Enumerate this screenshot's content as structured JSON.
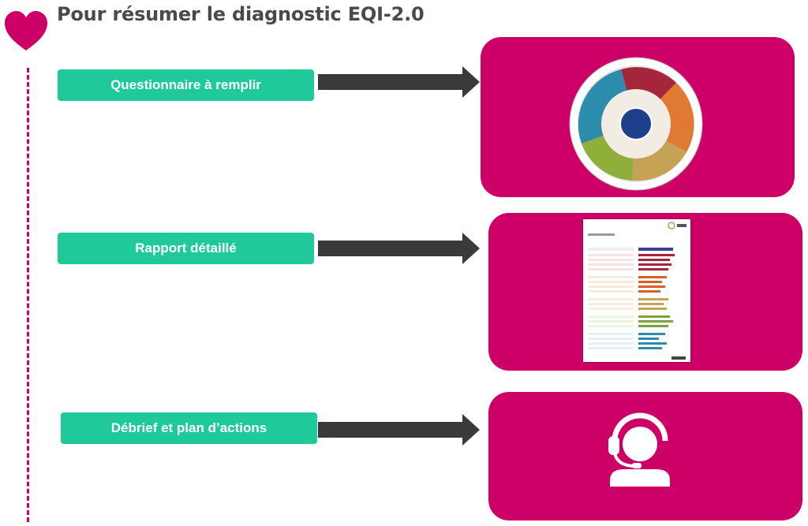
{
  "header": {
    "title": "Pour résumer le diagnostic EQI-2.0"
  },
  "steps": [
    {
      "label": "Questionnaire à remplir"
    },
    {
      "label": "Rapport détaillé"
    },
    {
      "label": "Débrief et plan d’actions"
    }
  ],
  "colors": {
    "accent_magenta": "#cc0066",
    "step_green": "#1fc99a",
    "arrow_gray": "#3a3a3a",
    "title_gray": "#4a4a4a"
  },
  "icons": [
    "heart-icon",
    "eqi-wheel-image",
    "report-thumbnail-image",
    "headset-agent-icon"
  ]
}
